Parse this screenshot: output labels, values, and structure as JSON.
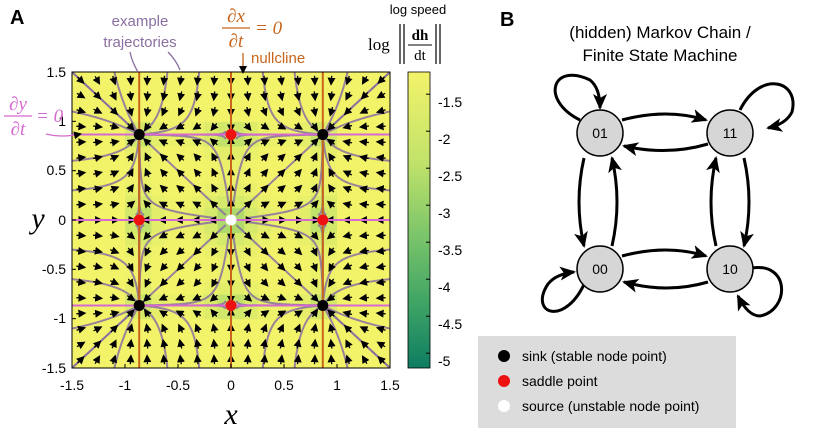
{
  "panel_a": {
    "label": "A",
    "annotations": {
      "example_trajectories": [
        "example",
        "trajectories"
      ],
      "nullcline_label": "nullcline",
      "dx_num": "∂x",
      "dx_den": "∂t",
      "dy_num": "∂y",
      "dy_den": "∂t",
      "eq_zero": "= 0"
    },
    "colorbar": {
      "title": "log speed",
      "formula_prefix": "log",
      "formula_num": "dh",
      "formula_den": "dt",
      "ticks": [
        "-1.5",
        "-2",
        "-2.5",
        "-3",
        "-3.5",
        "-4",
        "-4.5",
        "-5"
      ],
      "top_color": "#f3f36a",
      "bottom_color": "#0e7d62"
    },
    "x_ticks": [
      "-1.5",
      "-1",
      "-0.5",
      "0",
      "0.5",
      "1",
      "1.5"
    ],
    "y_ticks": [
      "1.5",
      "1",
      "0.5",
      "0",
      "-0.5",
      "-1",
      "-1.5"
    ],
    "x_label": "x",
    "y_label": "y",
    "colors": {
      "nullcline_x": "#c8651b",
      "nullcline_y": "#d56ad0",
      "trajectory": "#8a6fa0",
      "sink": "#000000",
      "saddle": "#ee1111",
      "source": "#ffffff"
    }
  },
  "panel_b": {
    "label": "B",
    "title_line1": "(hidden) Markov Chain /",
    "title_line2": "Finite State Machine",
    "states": [
      "01",
      "11",
      "00",
      "10"
    ],
    "node_fill": "#d6d6d6"
  },
  "legend": {
    "background": "#dcdcdc",
    "items": [
      {
        "label": "sink (stable node point)",
        "color": "#000000"
      },
      {
        "label": "saddle point",
        "color": "#ee1111"
      },
      {
        "label": "source (unstable node point)",
        "color": "#ffffff"
      }
    ]
  },
  "chart_data": {
    "type": "heatmap",
    "xlim": [
      -1.5,
      1.5
    ],
    "ylim": [
      -1.5,
      1.5
    ],
    "x_ticks": [
      -1.5,
      -1,
      -0.5,
      0,
      0.5,
      1,
      1.5
    ],
    "y_ticks": [
      -1.5,
      -1,
      -0.5,
      0,
      0.5,
      1,
      1.5
    ],
    "colorbar_range": [
      -5.2,
      -1.2
    ],
    "nullclines_x": [
      -0.866,
      0,
      0.866
    ],
    "nullclines_y": [
      -0.866,
      0,
      0.866
    ],
    "sinks": [
      [
        -0.866,
        0.866
      ],
      [
        0.866,
        0.866
      ],
      [
        -0.866,
        -0.866
      ],
      [
        0.866,
        -0.866
      ]
    ],
    "saddles": [
      [
        0,
        0.866
      ],
      [
        -0.866,
        0
      ],
      [
        0.866,
        0
      ],
      [
        0,
        -0.866
      ]
    ],
    "sources": [
      [
        0,
        0
      ]
    ]
  }
}
